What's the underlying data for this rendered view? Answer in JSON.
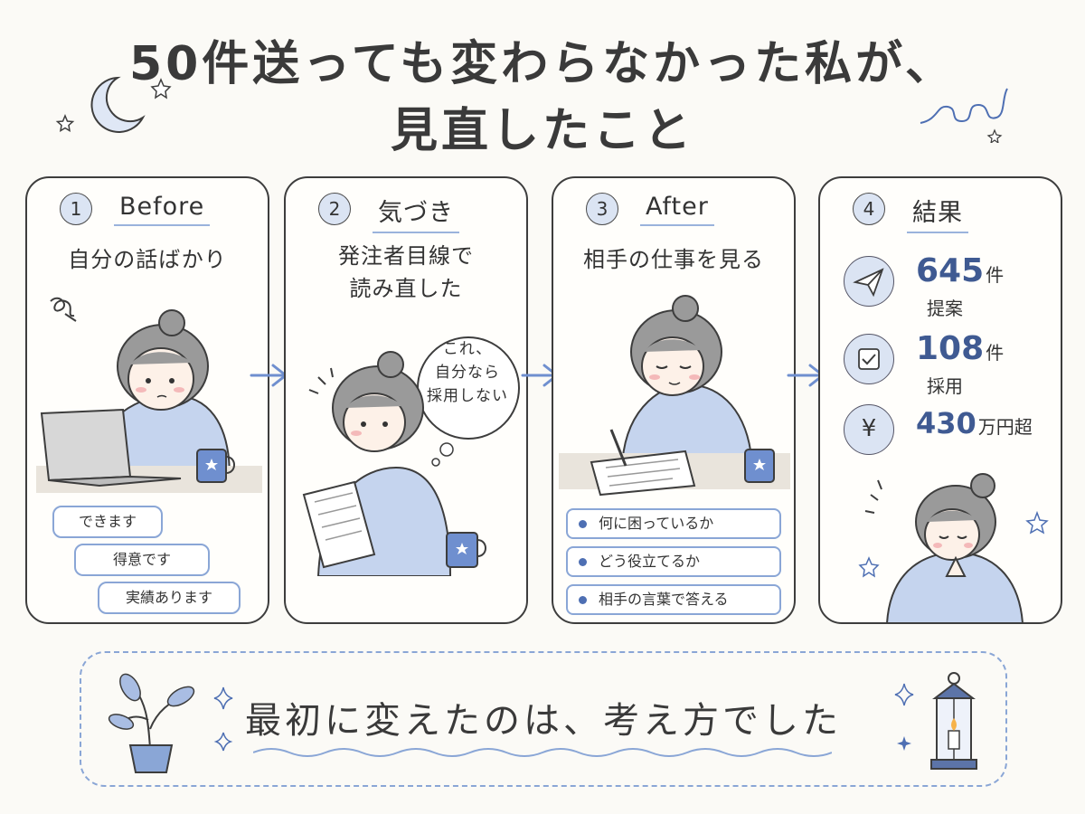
{
  "title": {
    "line1": "50件送っても変わらなかった私が、",
    "line2": "見直したこと"
  },
  "panels": [
    {
      "number": "1",
      "label": "Before",
      "text_lines": [
        "自分の話ばかり"
      ],
      "bubbles": [
        "できます",
        "得意です",
        "実績あります"
      ]
    },
    {
      "number": "2",
      "label": "気づき",
      "text_lines": [
        "発注者目線で",
        "読み直した"
      ],
      "thought_lines": [
        "これ、",
        "自分なら",
        "採用しない"
      ]
    },
    {
      "number": "3",
      "label": "After",
      "text_lines": [
        "相手の仕事を見る"
      ],
      "points": [
        "何に困っているか",
        "どう役立てるか",
        "相手の言葉で答える"
      ]
    },
    {
      "number": "4",
      "label": "結果",
      "stats": [
        {
          "icon": "paper-plane-icon",
          "value": "645",
          "unit": "件",
          "caption": "提案"
        },
        {
          "icon": "checkbox-icon",
          "value": "108",
          "unit": "件",
          "caption": "採用"
        },
        {
          "icon": "yen-icon",
          "symbol": "¥",
          "value": "430",
          "unit": "万円超",
          "caption": ""
        }
      ]
    }
  ],
  "banner": {
    "text": "最初に変えたのは、考え方でした"
  },
  "colors": {
    "accent": "#8aa6d6",
    "accent_dark": "#4e6fb3",
    "hoodie": "#c5d4ee",
    "outline": "#3d3d3d"
  }
}
